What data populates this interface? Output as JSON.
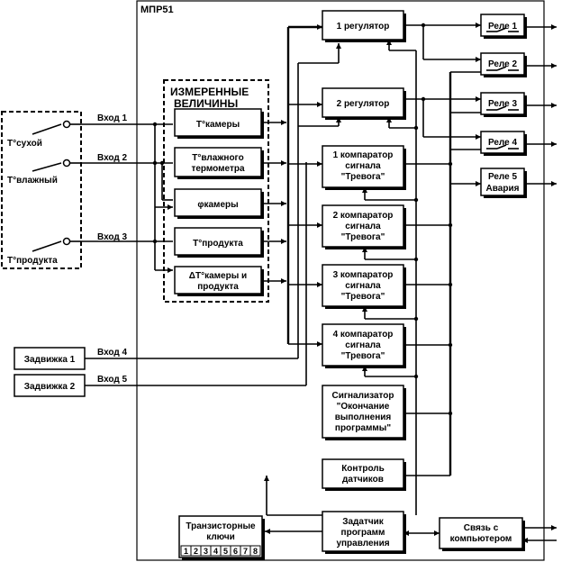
{
  "device_title": "МПР51",
  "measured_group": [
    "ИЗМЕРЕННЫЕ",
    "ВЕЛИЧИНЫ"
  ],
  "sensors": [
    {
      "label": "Т°сухой"
    },
    {
      "label": "Т°влажный"
    },
    {
      "label": "Т°продукта"
    }
  ],
  "inputs": [
    "Вход 1",
    "Вход 2",
    "Вход 3",
    "Вход 4",
    "Вход 5"
  ],
  "valves": [
    "Задвижка 1",
    "Задвижка 2"
  ],
  "measured": [
    [
      "Т°камеры"
    ],
    [
      "Т°влажного",
      "термометра"
    ],
    [
      "φкамеры"
    ],
    [
      "Т°продукта"
    ],
    [
      "ΔТ°камеры и",
      "продукта"
    ]
  ],
  "regulators": [
    "1 регулятор",
    "2 регулятор"
  ],
  "comparators": [
    [
      "1 компаратор",
      "сигнала",
      "\"Тревога\""
    ],
    [
      "2 компаратор",
      "сигнала",
      "\"Тревога\""
    ],
    [
      "3 компаратор",
      "сигнала",
      "\"Тревога\""
    ],
    [
      "4 компаратор",
      "сигнала",
      "\"Тревога\""
    ]
  ],
  "signalizer": [
    "Сигнализатор",
    "\"Окончание",
    "выполнения",
    "программы\""
  ],
  "sensor_control": [
    "Контроль",
    "датчиков"
  ],
  "program_setter": [
    "Задатчик",
    "программ",
    "управления"
  ],
  "transistor_keys": {
    "title": [
      "Транзисторные",
      "ключи"
    ],
    "numbers": [
      "1",
      "2",
      "3",
      "4",
      "5",
      "6",
      "7",
      "8"
    ]
  },
  "computer_link": [
    "Связь с",
    "компьютером"
  ],
  "relays": [
    [
      "Реле 1"
    ],
    [
      "Реле 2"
    ],
    [
      "Реле 3"
    ],
    [
      "Реле 4"
    ],
    [
      "Реле 5",
      "Авария"
    ]
  ]
}
